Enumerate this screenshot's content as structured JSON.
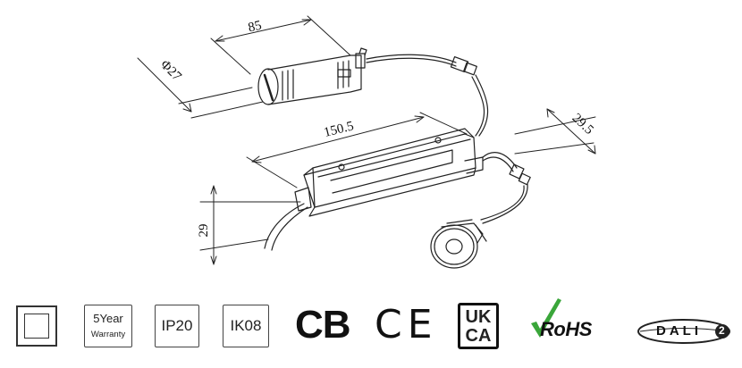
{
  "dimensions": {
    "length_small": "85",
    "diameter": "Φ27",
    "length_large": "150.5",
    "height_large": "29",
    "height_small": "29.5"
  },
  "certifications": {
    "warranty_line1": "5Year",
    "warranty_line2": "Warranty",
    "ip_rating": "IP20",
    "ik_rating": "IK08",
    "cb_mark": "CB",
    "ce_mark": "CE",
    "ukca_top": "UK",
    "ukca_bottom": "CA",
    "rohs": "RoHS",
    "dali_text": "DALI",
    "dali_version": "2"
  },
  "colors": {
    "line": "#222222",
    "rohs_check": "#3aa63a",
    "badge_border": "#444444"
  }
}
